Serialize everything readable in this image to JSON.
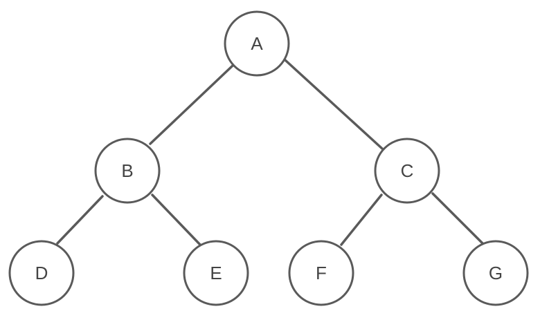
{
  "tree": {
    "nodes": [
      {
        "id": "A",
        "label": "A"
      },
      {
        "id": "B",
        "label": "B"
      },
      {
        "id": "C",
        "label": "C"
      },
      {
        "id": "D",
        "label": "D"
      },
      {
        "id": "E",
        "label": "E"
      },
      {
        "id": "F",
        "label": "F"
      },
      {
        "id": "G",
        "label": "G"
      }
    ],
    "edges": [
      {
        "from": "A",
        "to": "B"
      },
      {
        "from": "A",
        "to": "C"
      },
      {
        "from": "B",
        "to": "D"
      },
      {
        "from": "B",
        "to": "E"
      },
      {
        "from": "C",
        "to": "F"
      },
      {
        "from": "C",
        "to": "G"
      }
    ]
  }
}
